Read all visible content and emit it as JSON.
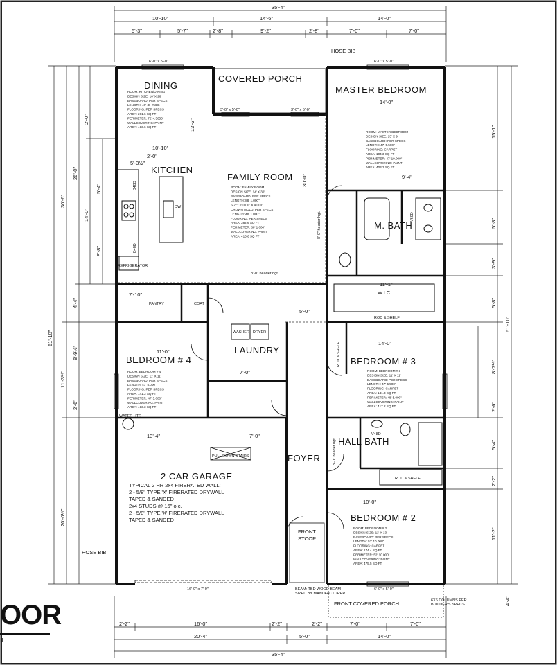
{
  "title_block": {
    "logo_text": "OOR",
    "logo_sub": "II"
  },
  "overall_dims": {
    "top": "35'-4\"",
    "bottom": "35'-4\"",
    "left": "61'-10\"",
    "right": "61'-10\""
  },
  "top_dims": {
    "row1": [
      "10'-10\"",
      "14'-6\"",
      "14'-0\""
    ],
    "row2": [
      "5'-3\"",
      "5'-7\"",
      "2'-8\"",
      "9'-2\"",
      "2'-8\"",
      "7'-0\"",
      "7'-0\""
    ]
  },
  "bottom_dims": {
    "row1": [
      "2'-2\"",
      "16'-0\"",
      "2'-2\"",
      "2'-2\"",
      "7'-0\"",
      "7'-0\""
    ],
    "row2": [
      "20'-4\"",
      "5'-0\"",
      "14'-0\""
    ]
  },
  "left_dims": [
    "30'-6\"",
    "2'-0\"",
    "26'-0\"",
    "5'-4\"",
    "14'-0\"",
    "8'-8\"",
    "4'-4\"",
    "11'-3½\"",
    "8'-9½\"",
    "2'-6\"",
    "20'-0½\""
  ],
  "right_dims": [
    "15'-1\"",
    "5'-8\"",
    "3'-9\"",
    "5'-8\"",
    "8'-7½\"",
    "2'-6\"",
    "5'-4\"",
    "2'-2\"",
    "11'-2\"",
    "4'-4\""
  ],
  "rooms": {
    "dining": {
      "name": "DINING",
      "specs": [
        "ROOM: KITCHEN/DINING",
        "DESIGN SIZE: 10' X 26'",
        "BASEBOARD: PER SPECS",
        "LENGTH: 46' (D-#568)",
        "FLOORING: PER SPECS",
        "AREA: 261.6 SQ FT",
        "PERIMETER: 72' 4.5656\"",
        "WALLCOVERING: PAINT",
        "AREA: 413.6 SQ FT"
      ]
    },
    "kitchen": {
      "name": "KITCHEN"
    },
    "family": {
      "name": "FAMILY ROOM",
      "specs": [
        "ROOM: FAMILY ROOM",
        "DESIGN SIZE: 14' X 30'",
        "BASEBOARD: PER SPECS",
        "LENGTH: 88' 1.000\"",
        "SIZE: 0' 0.00\" X 4.000\"",
        "CROWN MOLD: PER SPECS",
        "LENGTH: 48' 1.000\"",
        "FLOORING: PER SPECS",
        "AREA: 382.6 SQ FT",
        "PERIMETER: 88' 1.000\"",
        "WALLCOVERING: PAINT",
        "AREA: 413.6 SQ FT"
      ]
    },
    "master": {
      "name": "MASTER BEDROOM",
      "specs": [
        "ROOM: MASTER BEDROOM",
        "DESIGN SIZE: 13' X 9'",
        "BASEBOARD: PER SPECS",
        "LENGTH: 47' 5.500\"",
        "FLOORING: CARPET",
        "AREA: 104.3 SQ FT",
        "PERIMETER: 47' 10.000\"",
        "WALLCOVERING: PAINT",
        "AREA: 403.3 SQ FT"
      ]
    },
    "mbath": {
      "name": "M. BATH"
    },
    "wic": {
      "name": "W.I.C."
    },
    "bed4": {
      "name": "BEDROOM # 4",
      "specs": [
        "ROOM: BEDROOM # 4",
        "DESIGN SIZE: 11' X 11'",
        "BASEBOARD: PER SPECS",
        "LENGTH: 47' 5.000\"",
        "FLOORING: PER SPECS",
        "AREA: 141.3 SQ FT",
        "PERIMETER: 47' 5.000\"",
        "WALLCOVERING: PAINT",
        "AREA: 413.3 SQ FT"
      ]
    },
    "laundry": {
      "name": "LAUNDRY"
    },
    "bed3": {
      "name": "BEDROOM # 3",
      "specs": [
        "ROOM: BEDROOM # 3",
        "DESIGN SIZE: 11' X 11'",
        "BASEBOARD: PER SPECS",
        "LENGTH: 47' 5.500\"",
        "FLOORING: CARPET",
        "AREA: 141.3 SQ FT",
        "PERIMETER: 48' 5.000\"",
        "WALLCOVERING: PAINT",
        "AREA: 417.2 SQ FT"
      ]
    },
    "hallbath": {
      "name": "HALL BATH"
    },
    "garage": {
      "name": "2 CAR GARAGE",
      "notes": [
        "TYPICAL 2 HR 2x4 FIRERATED WALL:",
        "2 - 5/8\" TYPE 'X' FIRERATED DRYWALL",
        "TAPED & SANDED",
        "2x4 STUDS @ 16\" o.c.",
        "2 - 5/8\" TYPE 'X' FIRERATED DRYWALL",
        "TAPED & SANDED"
      ]
    },
    "foyer": {
      "name": "FOYER"
    },
    "bed2": {
      "name": "BEDROOM # 2",
      "specs": [
        "ROOM: BEDROOM # 2",
        "DESIGN SIZE: 11' X 13'",
        "BASEBOARD: PER SPECS",
        "LENGTH: 52' 10.000\"",
        "FLOORING: CARPET",
        "AREA: 174.4 SQ FT",
        "PERIMETER: 52' 10.000\"",
        "WALLCOVERING: PAINT",
        "AREA: 475.5 SQ FT"
      ]
    },
    "porch_top": {
      "name": "COVERED PORCH"
    },
    "porch_front": {
      "name": "FRONT COVERED PORCH"
    },
    "stoop": {
      "name": "FRONT STOOP"
    }
  },
  "labels": {
    "hose_bib_top": "HOSE BIB",
    "hose_bib_left": "HOSE BIB",
    "pantry": "PANTRY",
    "coat": "COAT",
    "refrigerator": "REFRIGERATOR",
    "rod_shelf_wic": "ROD & SHELF",
    "rod_shelf_bed3": "ROD & SHELF",
    "rod_shelf_hall": "ROD & SHELF",
    "water_heater": "WATER HTR",
    "header_ht_1": "8'-0\" header hgt.",
    "header_ht_2": "8'-0\" header hgt.",
    "header_ht_3": "8'-0\" header hgt.",
    "pull_down_stairs": "PULL DOWN STAIRS",
    "beam_note": "BEAM: TBD WOOD BEAM SIZED BY MANUFACTURER",
    "column_note": "6X6 COLUMNS PER BUILDER'S SPECS",
    "washer": "WASHER",
    "dryer": "DRYER",
    "dishwasher": "DW",
    "b48d_1": "B48D",
    "b48d_2": "B48D",
    "v60d": "V60D",
    "v48d": "V48D",
    "win_dining": "6'-0\" x 5'-0\"",
    "win_master": "6'-0\" x 5'-0\"",
    "win_porch1": "3'-0\" x 5'-0\"",
    "win_porch2": "3'-0\" x 5'-0\"",
    "win_garage": "16'-0\" x 7'-0\"",
    "win_bed2": "6'-0\" x 5'-0\"",
    "dim_dining_w": "10'-10\"",
    "dim_family_w": "14'-6\"",
    "dim_master_w": "14'-0\"",
    "dim_kitchen_h": "13'-3\"",
    "dim_family_h": "30'-0\"",
    "dim_master_h": "9'-4\"",
    "dim_bed4_w": "11'-0\"",
    "dim_bed3_w": "14'-0\"",
    "dim_garage_w1": "13'-4\"",
    "dim_garage_w2": "7'-0\"",
    "dim_hall_w": "11'-1\"",
    "dim_laundry_w": "7'-0\"",
    "dim_bed2_w": "10'-0\"",
    "dim_foyer": "5'-0\"",
    "dim_pantry": "7'-10\"",
    "dim_kitchen_a": "5'-3½\"",
    "dim_kitchen_b": "2'-0\""
  }
}
